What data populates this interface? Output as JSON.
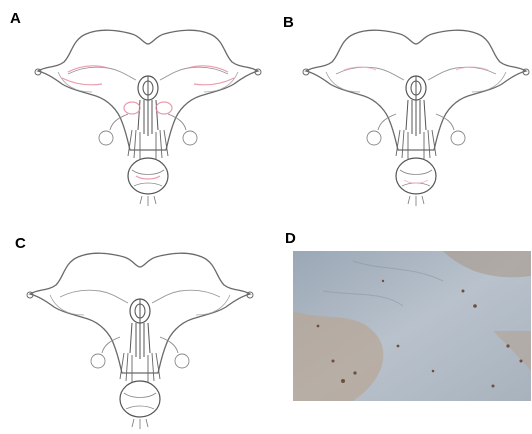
{
  "panels": [
    {
      "label": "A",
      "type": "brain-diagram",
      "highlight": "#e98aa0"
    },
    {
      "label": "B",
      "type": "brain-diagram",
      "highlight": "#f0aab8"
    },
    {
      "label": "C",
      "type": "brain-diagram",
      "highlight": "none"
    },
    {
      "label": "D",
      "type": "micrograph"
    }
  ],
  "colors": {
    "outline": "#6a6a6a",
    "stain": "#b8a694",
    "tissue": "#a7b4c2"
  }
}
